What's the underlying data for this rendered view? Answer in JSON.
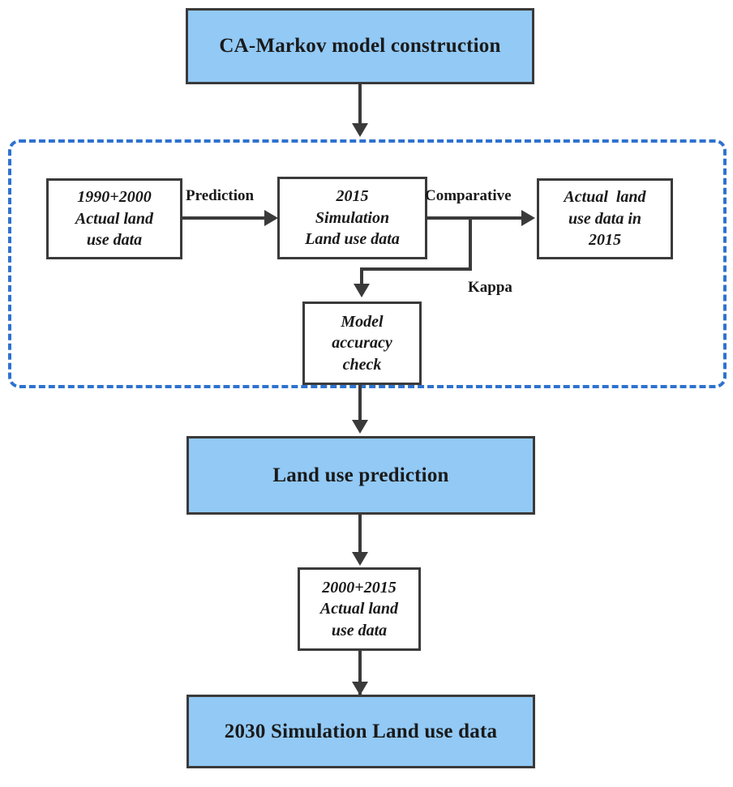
{
  "diagram": {
    "title": "CA-Markov model construction workflow",
    "colors": {
      "box_fill_blue": "#92c9f5",
      "box_fill_white": "#ffffff",
      "box_border": "#3a3a3a",
      "dashed_region_border": "#2e72cf",
      "text": "#1a1a1a"
    },
    "nodes": {
      "model_construction": {
        "label": "CA-Markov model construction"
      },
      "actual_1990_2000": {
        "line1": "1990+2000",
        "line2": "Actual land",
        "line3": "use data"
      },
      "simulation_2015": {
        "line1": "2015",
        "line2": "Simulation",
        "line3": "Land use data"
      },
      "actual_2015": {
        "line1": "Actual  land",
        "line2": "use data in",
        "line3": "2015"
      },
      "accuracy_check": {
        "line1": "Model",
        "line2": "accuracy",
        "line3": "check"
      },
      "land_use_prediction": {
        "label": "Land use prediction"
      },
      "actual_2000_2015": {
        "line1": "2000+2015",
        "line2": "Actual land",
        "line3": "use data"
      },
      "simulation_2030": {
        "label": "2030 Simulation Land use data"
      }
    },
    "edge_labels": {
      "prediction": "Prediction",
      "comparative": "Comparative",
      "kappa": "Kappa"
    }
  }
}
